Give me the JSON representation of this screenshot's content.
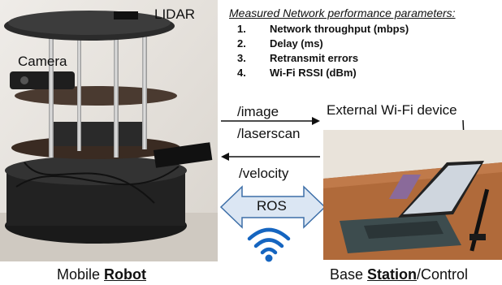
{
  "photo_labels": {
    "lidar": "LIDAR",
    "camera": "Camera"
  },
  "parameters": {
    "title": "Measured Network performance parameters:",
    "items": [
      {
        "num": "1.",
        "label": "Network throughput (mbps)"
      },
      {
        "num": "2.",
        "label": "Delay (ms)"
      },
      {
        "num": "3.",
        "label": "Retransmit errors"
      },
      {
        "num": "4.",
        "label": "Wi-Fi RSSI (dBm)"
      }
    ]
  },
  "links": {
    "image_topic": "/image",
    "laserscan_topic": "/laserscan",
    "velocity_topic": "/velocity",
    "ros": "ROS",
    "external_wifi": "External Wi-Fi device"
  },
  "captions": {
    "robot_prefix": "Mobile ",
    "robot_bold": "Robot",
    "station_prefix": "Base ",
    "station_bold": "Station",
    "station_suffix": "/Control"
  },
  "colors": {
    "ros_arrow_fill": "#dbe6f3",
    "ros_arrow_stroke": "#3d6fa8",
    "wifi_icon": "#1565c0"
  }
}
